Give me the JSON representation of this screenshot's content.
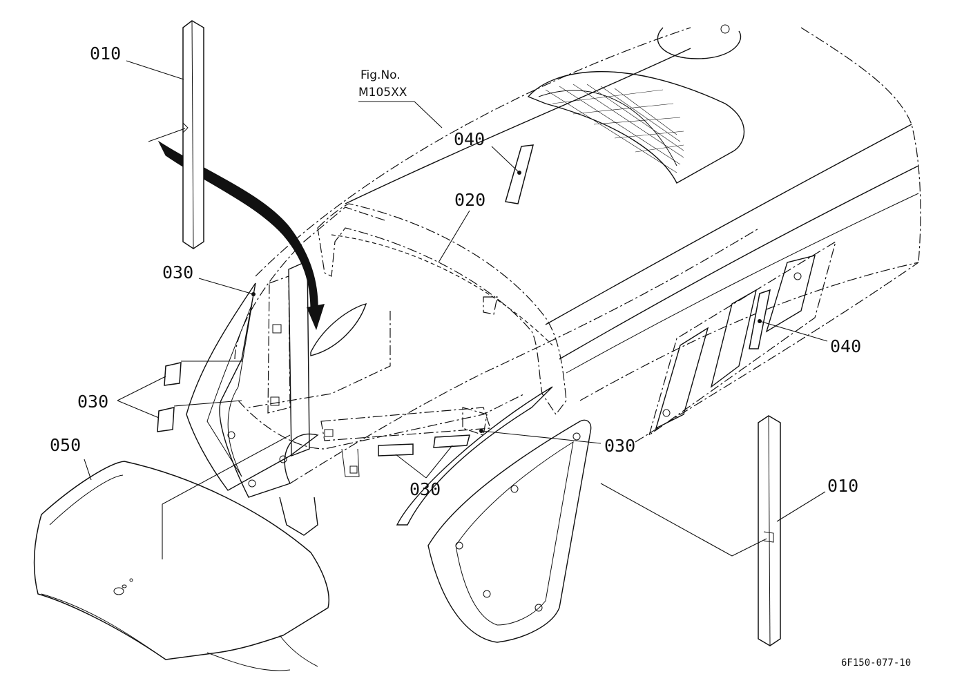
{
  "figure": {
    "fig_no_label": "Fig.No.",
    "fig_no_value": "M105XX",
    "drawing_code": "6F150-077-10"
  },
  "callouts": {
    "c010_top": "010",
    "c010_bottom": "010",
    "c020": "020",
    "c030_a": "030",
    "c030_b": "030",
    "c030_c": "030",
    "c030_d": "030",
    "c040_top": "040",
    "c040_right": "040",
    "c050": "050"
  }
}
